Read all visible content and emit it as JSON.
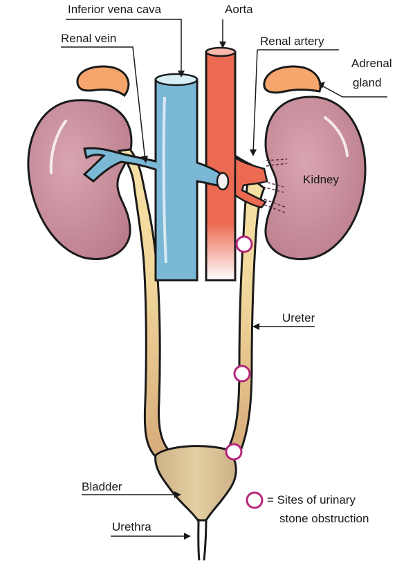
{
  "labels": {
    "inferior_vena_cava": "Inferior vena cava",
    "aorta": "Aorta",
    "renal_vein": "Renal vein",
    "renal_artery": "Renal artery",
    "adrenal_gland_line1": "Adrenal",
    "adrenal_gland_line2": "gland",
    "kidney": "Kidney",
    "ureter": "Ureter",
    "bladder": "Bladder",
    "urethra": "Urethra"
  },
  "legend": {
    "line1": "= Sites of urinary",
    "line2": "stone obstruction",
    "marker_color": "#b5267a"
  },
  "colors": {
    "kidney": "#c9919e",
    "adrenal": "#f6a66c",
    "vena_cava": "#7bb8d6",
    "aorta": "#ec6a52",
    "ureter_upper": "#f3dc9b",
    "ureter_lower": "#d8b07a",
    "bladder": "#d9c195"
  }
}
